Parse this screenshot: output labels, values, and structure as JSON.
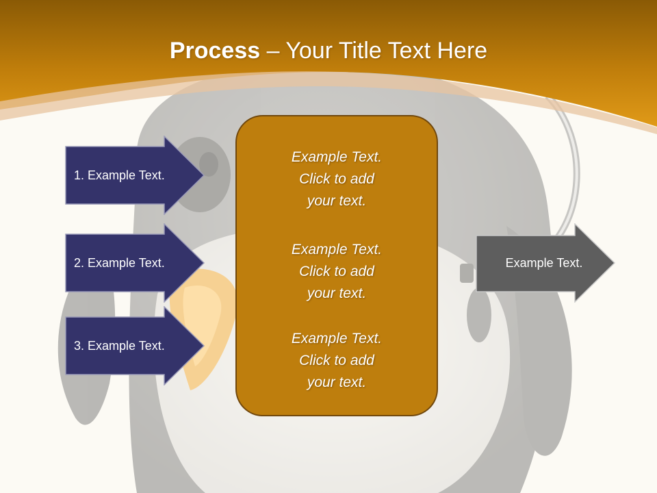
{
  "slide": {
    "title_bold": "Process",
    "title_rest": " – Your Title Text Here"
  },
  "left_arrows": [
    {
      "label": "1. Example Text."
    },
    {
      "label": "2. Example Text."
    },
    {
      "label": "3. Example Text."
    }
  ],
  "center_box": {
    "blocks": [
      {
        "line1": "Example Text.",
        "line2": "Click  to add",
        "line3": "your text."
      },
      {
        "line1": "Example Text.",
        "line2": "Click  to add",
        "line3": "your text."
      },
      {
        "line1": "Example Text.",
        "line2": "Click  to add",
        "line3": "your text."
      }
    ]
  },
  "right_arrow": {
    "label": "Example Text."
  },
  "colors": {
    "header_orange": "#d48c0e",
    "arrow_navy": "#34336a",
    "center_gold": "#be7e0d",
    "right_gray": "#5e5e5e"
  }
}
